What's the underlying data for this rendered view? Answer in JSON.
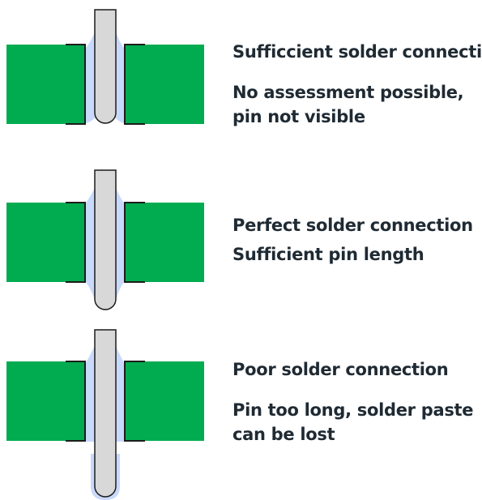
{
  "colors": {
    "board": "#00ac4f",
    "solder": "#c9d9fb",
    "pin": "#d8d8d8",
    "pin_stroke": "#1c1c1c",
    "text": "#1f2a33"
  },
  "rows": [
    {
      "id": "row-1",
      "pin_state": "not-visible",
      "title": "Sufficcient solder connection",
      "lines": [
        "No assessment possible,",
        "pin not visible"
      ]
    },
    {
      "id": "row-2",
      "pin_state": "visible-perfect",
      "title": "Perfect solder connection",
      "lines": [
        "Sufficient pin length"
      ]
    },
    {
      "id": "row-3",
      "pin_state": "too-long",
      "title": "Poor solder connection",
      "lines": [
        "Pin too long, solder paste",
        "can be lost"
      ]
    }
  ]
}
